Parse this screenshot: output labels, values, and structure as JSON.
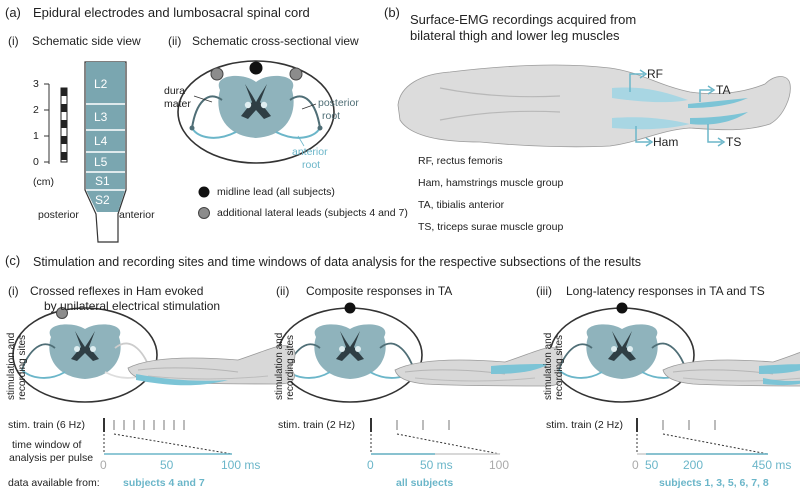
{
  "panel_a": {
    "letter": "(a)",
    "title": "Epidural electrodes and lumbosacral spinal cord",
    "sub_i": "(i)",
    "sub_i_title": "Schematic side view",
    "sub_ii": "(ii)",
    "sub_ii_title": "Schematic cross-sectional view",
    "scale_ticks": [
      "3",
      "2",
      "1",
      "0"
    ],
    "scale_unit": "(cm)",
    "segments": [
      "L2",
      "L3",
      "L4",
      "L5",
      "S1",
      "S2"
    ],
    "posterior": "posterior",
    "anterior": "anterior",
    "dura_mater_line1": "dura",
    "dura_mater_line2": "mater",
    "posterior_root_line1": "posterior",
    "posterior_root_line2": "root",
    "anterior_root_line1": "anterior",
    "anterior_root_line2": "root",
    "legend_midline": "midline lead (all subjects)",
    "legend_lateral": "additional lateral leads (subjects 4 and 7)"
  },
  "panel_b": {
    "letter": "(b)",
    "title_line1": "Surface-EMG recordings acquired from",
    "title_line2": "bilateral thigh and lower leg muscles",
    "muscles": [
      "RF",
      "TA",
      "Ham",
      "TS"
    ],
    "abbrev": [
      "RF, rectus femoris",
      "Ham, hamstrings muscle group",
      "TA, tibialis anterior",
      "TS, triceps surae muscle group"
    ]
  },
  "panel_c": {
    "letter": "(c)",
    "title": "Stimulation and recording sites and time windows of data analysis for the respective subsections of the results",
    "side_label_line1": "stimulation and",
    "side_label_line2": "recording sites",
    "window_label_line1": "time window of",
    "window_label_line2": "analysis per pulse",
    "data_label": "data available from:",
    "subpanels": [
      {
        "num": "(i)",
        "title_line1": "Crossed reflexes in Ham evoked",
        "title_line2": "by unilateral electrical stimulation",
        "train": "stim. train (6 Hz)",
        "axis_ticks": [
          "0",
          "50",
          "100 ms"
        ],
        "subjects": "subjects 4 and 7"
      },
      {
        "num": "(ii)",
        "title_line1": "Composite responses in TA",
        "title_line2": "",
        "train": "stim. train (2 Hz)",
        "axis_ticks": [
          "0",
          "50 ms",
          "100"
        ],
        "subjects": "all subjects"
      },
      {
        "num": "(iii)",
        "title_line1": "Long-latency responses in TA and TS",
        "title_line2": "",
        "train": "stim. train (2 Hz)",
        "axis_ticks": [
          "0",
          "50",
          "200",
          "450 ms"
        ],
        "subjects": "subjects 1, 3, 5, 6, 7, 8"
      }
    ]
  },
  "colors": {
    "accent": "#6bb6c9",
    "cord": "#8fb3bc",
    "segment_fill": "#7aa6b0",
    "dark": "#333333",
    "lead_gray": "#8c8c8c"
  }
}
